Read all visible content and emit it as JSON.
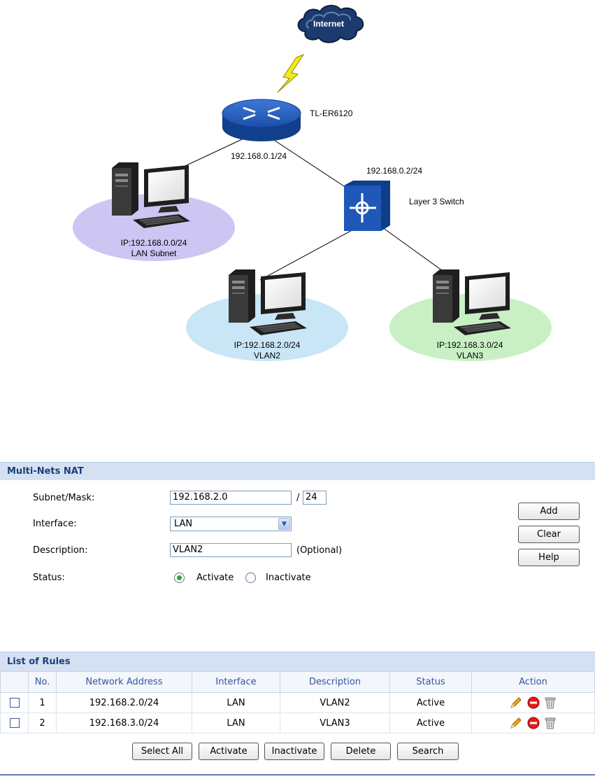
{
  "diagram": {
    "internet_label": "Internet",
    "router_label": "TL-ER6120",
    "router_ip": "192.168.0.1/24",
    "switch_ip": "192.168.0.2/24",
    "switch_label": "Layer 3 Switch",
    "lan_ip": "IP:192.168.0.0/24",
    "lan_name": "LAN Subnet",
    "vlan2_ip": "IP:192.168.2.0/24",
    "vlan2_name": "VLAN2",
    "vlan3_ip": "IP:192.168.3.0/24",
    "vlan3_name": "VLAN3",
    "colors": {
      "lan_ellipse": "#cdc6f3",
      "vlan2_ellipse": "#c8e6f5",
      "vlan3_ellipse": "#c8f0c4",
      "device_blue": "#1f4fa5"
    }
  },
  "form": {
    "title": "Multi-Nets NAT",
    "subnet_label": "Subnet/Mask:",
    "subnet_value": "192.168.2.0",
    "mask_separator": "/",
    "mask_value": "24",
    "interface_label": "Interface:",
    "interface_value": "LAN",
    "description_label": "Description:",
    "description_value": "VLAN2",
    "optional_text": "(Optional)",
    "status_label": "Status:",
    "activate_label": "Activate",
    "inactivate_label": "Inactivate",
    "buttons": {
      "add": "Add",
      "clear": "Clear",
      "help": "Help"
    }
  },
  "rules": {
    "title": "List of Rules",
    "columns": [
      "No.",
      "Network Address",
      "Interface",
      "Description",
      "Status",
      "Action"
    ],
    "rows": [
      {
        "no": "1",
        "address": "192.168.2.0/24",
        "interface": "LAN",
        "description": "VLAN2",
        "status": "Active"
      },
      {
        "no": "2",
        "address": "192.168.3.0/24",
        "interface": "LAN",
        "description": "VLAN3",
        "status": "Active"
      }
    ],
    "buttons": {
      "select_all": "Select All",
      "activate": "Activate",
      "inactivate": "Inactivate",
      "delete": "Delete",
      "search": "Search"
    }
  },
  "icons": {
    "edit": "pencil-icon",
    "disable": "no-entry-icon",
    "delete": "trash-icon"
  }
}
